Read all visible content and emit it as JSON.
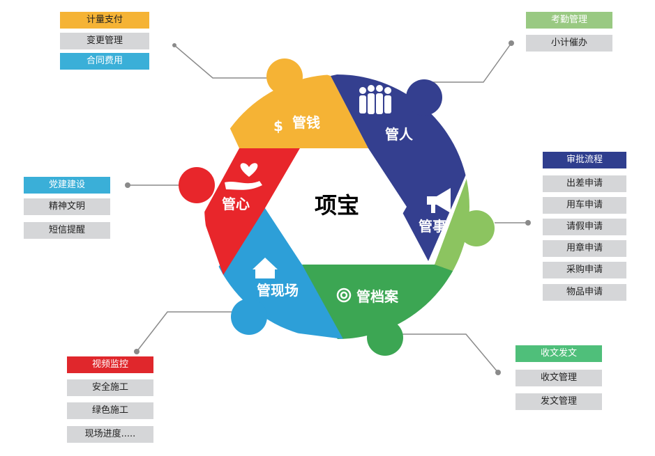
{
  "center_title": "项宝",
  "segments": {
    "money": {
      "label": "管钱",
      "color": "#f5b335"
    },
    "people": {
      "label": "管人",
      "color": "#343f8f"
    },
    "affairs": {
      "label": "管事",
      "color": "#8cc460"
    },
    "archives": {
      "label": "管档案",
      "color": "#3ca653"
    },
    "site": {
      "label": "管现场",
      "color": "#2d9fd8"
    },
    "heart": {
      "label": "管心",
      "color": "#e8262b"
    }
  },
  "groups": {
    "money": {
      "items": [
        "计量支付",
        "变更管理",
        "合同费用"
      ],
      "colors": [
        "#f5b335",
        "#d5d6d8",
        "#3aafd8"
      ]
    },
    "people": {
      "items": [
        "考勤管理",
        "小计催办"
      ],
      "colors": [
        "#99c982",
        "#d5d6d8"
      ]
    },
    "heart": {
      "items": [
        "党建建设",
        "精神文明",
        "短信提醒"
      ],
      "colors": [
        "#3aafd8",
        "#d5d6d8",
        "#d5d6d8"
      ]
    },
    "affairs": {
      "items": [
        "审批流程",
        "出差申请",
        "用车申请",
        "请假申请",
        "用章申请",
        "采购申请",
        "物品申请"
      ],
      "colors": [
        "#2f3e8e",
        "#d5d6d8",
        "#d5d6d8",
        "#d5d6d8",
        "#d5d6d8",
        "#d5d6d8",
        "#d5d6d8"
      ]
    },
    "site": {
      "items": [
        "视频监控",
        "安全施工",
        "绿色施工",
        "现场进度....."
      ],
      "colors": [
        "#e0272c",
        "#d5d6d8",
        "#d5d6d8",
        "#d5d6d8"
      ]
    },
    "archives": {
      "items": [
        "收文发文",
        "收文管理",
        "发文管理"
      ],
      "colors": [
        "#4fbf7a",
        "#d5d6d8",
        "#d5d6d8"
      ]
    }
  }
}
